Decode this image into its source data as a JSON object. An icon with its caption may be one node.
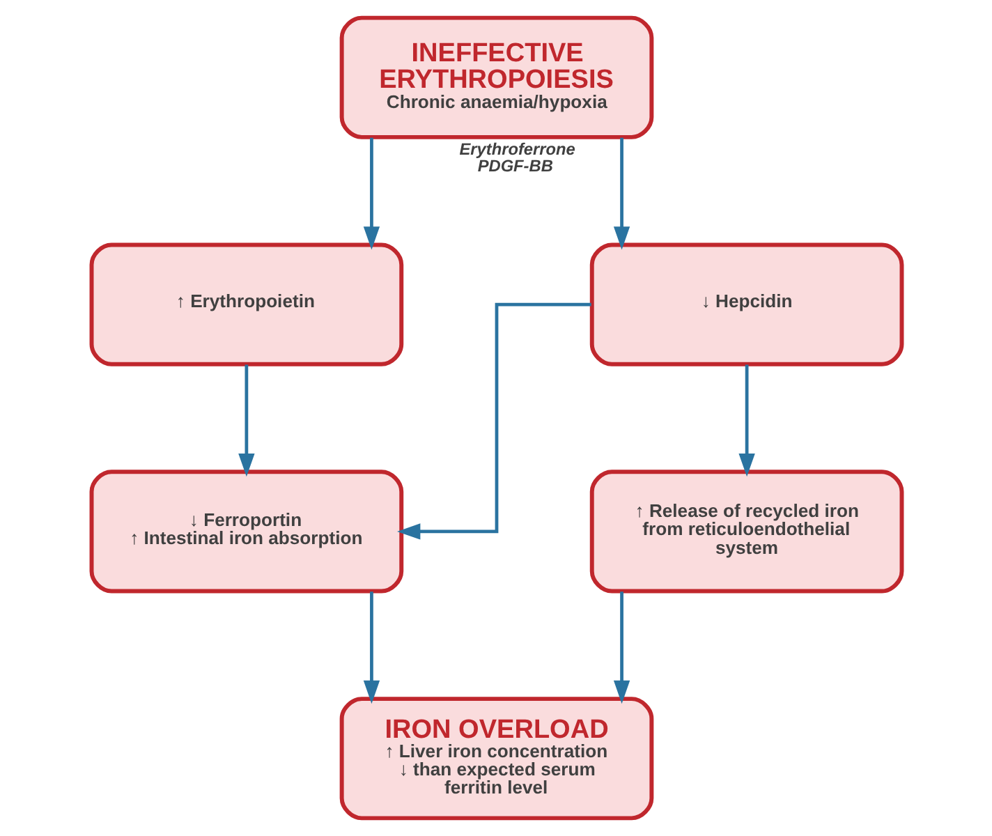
{
  "diagram": {
    "nodes": [
      {
        "text": [
          "INEFFECTIVE ERYTHROPOIESIS",
          "Chronic anaemia/hypoxia"
        ]
      },
      {
        "text": [
          "↑ Erythropoietin"
        ]
      },
      {
        "text": [
          "↓ Hepcidin"
        ]
      },
      {
        "text": [
          "↓ Ferroportin",
          "↑ Intestinal iron absorption"
        ]
      },
      {
        "text": [
          "↑ Release of recycled iron from reticuloendothelial system"
        ]
      },
      {
        "text": [
          "IRON OVERLOAD",
          "↑ Liver iron concentration",
          "↓ than expected serum ferritin level"
        ]
      }
    ],
    "edges": [
      {
        "from": 0,
        "to": 1,
        "arrow": "to"
      },
      {
        "from": 0,
        "to": 2,
        "arrow": "to",
        "label": "Erythroferrone PDGF-BB"
      },
      {
        "from": 1,
        "to": 3,
        "arrow": "to"
      },
      {
        "from": 2,
        "to": 3,
        "arrow": "to"
      },
      {
        "from": 2,
        "to": 4,
        "arrow": "to"
      },
      {
        "from": 3,
        "to": 5,
        "arrow": "to"
      },
      {
        "from": 4,
        "to": 5,
        "arrow": "to"
      }
    ]
  }
}
